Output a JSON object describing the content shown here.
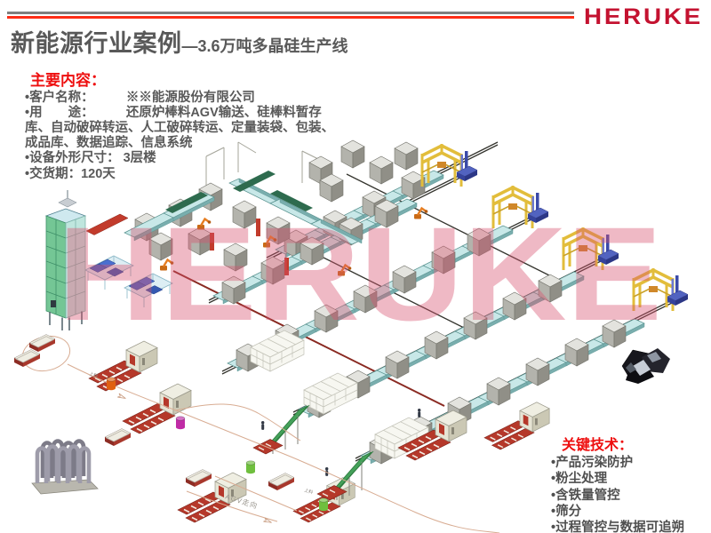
{
  "header": {
    "logo_text": "HERUKE",
    "title_main": "新能源行业案例",
    "title_sub": "—3.6万吨多晶硅生产线",
    "colors": {
      "line_gray": "#7f7f7f",
      "line_red": "#ff2d16",
      "brand_crimson": "#c41230",
      "title_gray": "#595959",
      "accent_red": "#ee0f0f"
    }
  },
  "main_content": {
    "heading": "主要内容：",
    "lines": [
      "•客户名称：　　　※※能源股份有限公司",
      "•用　　途：　　　还原炉棒料AGV输送、硅棒料暂存",
      "库、自动破碎转运、人工破碎转运、定量装袋、包装、",
      "成品库、数据追踪、信息系统",
      "•设备外形尺寸：  3层楼",
      "•交货期：120天"
    ]
  },
  "key_tech": {
    "heading": "关键技术：",
    "items": [
      "•产品污染防护",
      "•粉尘处理",
      "•含铁量管控",
      "•筛分",
      "•过程管控与数据可追朔"
    ]
  },
  "diagram": {
    "watermark": "HERUKE",
    "watermark_color": "#d9536f",
    "agv_route_label": "AGV走向",
    "loading_label_1": "上料",
    "loading_label_2": "上料"
  }
}
